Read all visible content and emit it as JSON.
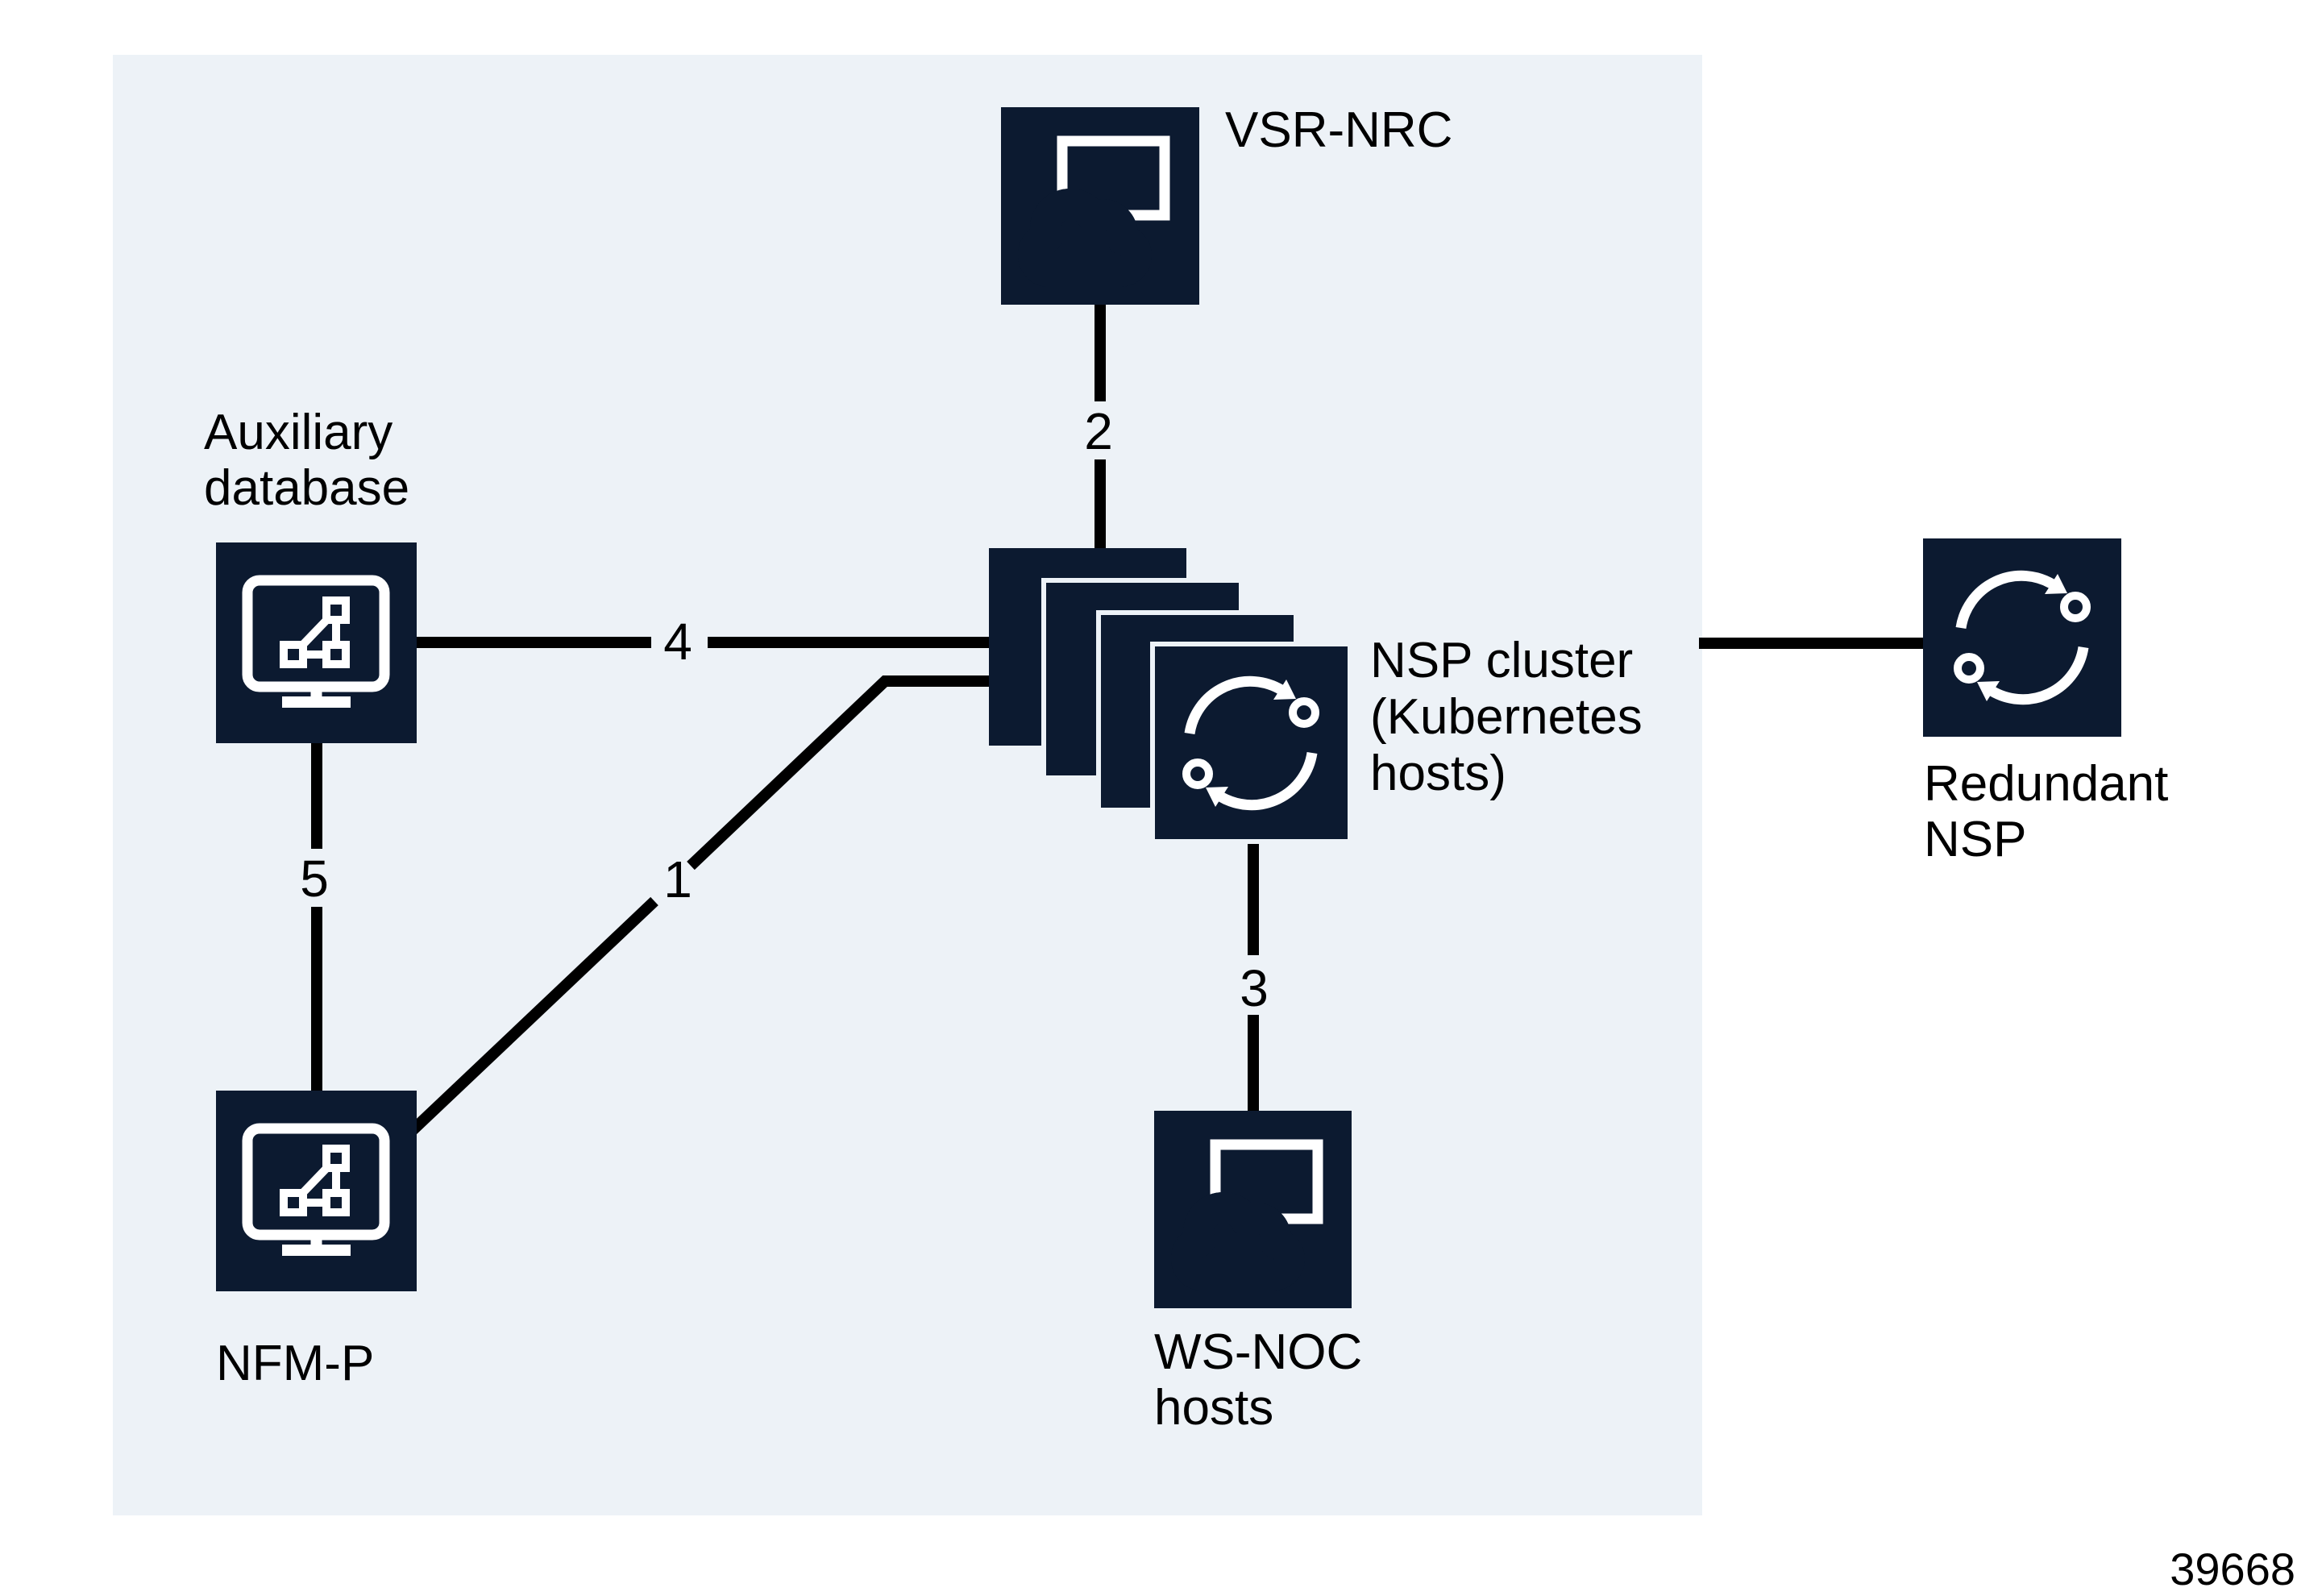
{
  "diagram": {
    "figure_number": "39668",
    "colors": {
      "navy": "#0C1A30",
      "panel": "#EDF2F7",
      "line": "#000000",
      "icon_stroke": "#FFFFFF"
    },
    "nodes": {
      "vsr_nrc": {
        "label": [
          "VSR-NRC"
        ]
      },
      "aux_db": {
        "label": [
          "Auxiliary",
          "database"
        ]
      },
      "nfmp": {
        "label": [
          "NFM-P"
        ]
      },
      "nsp_cluster": {
        "label": [
          "NSP cluster",
          "(Kubernetes",
          "hosts)"
        ]
      },
      "ws_noc": {
        "label": [
          "WS-NOC",
          "hosts"
        ]
      },
      "redundant_nsp": {
        "label": [
          "Redundant",
          "NSP"
        ]
      }
    },
    "links": {
      "nfmp_to_cluster": "1",
      "vsr_to_cluster": "2",
      "cluster_to_wsnoc": "3",
      "auxdb_to_cluster": "4",
      "auxdb_to_nfmp": "5"
    }
  }
}
